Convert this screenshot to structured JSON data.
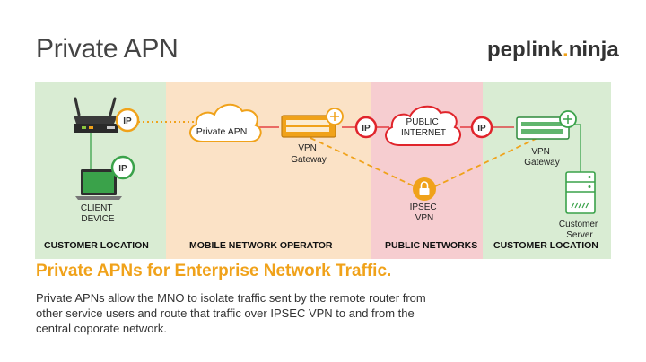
{
  "header": {
    "title": "Private APN"
  },
  "logo": {
    "name": "peplink",
    "dot": ".",
    "suffix": "ninja"
  },
  "zones": [
    {
      "label": "CUSTOMER LOCATION",
      "color": "#d9ecd3"
    },
    {
      "label": "MOBILE NETWORK OPERATOR",
      "color": "#fbe2c6"
    },
    {
      "label": "PUBLIC NETWORKS",
      "color": "#f6cdd0"
    },
    {
      "label": "CUSTOMER LOCATION",
      "color": "#d9ecd3"
    }
  ],
  "nodes": {
    "ip_badge": "IP",
    "private_apn": "Private APN",
    "public_internet": [
      "PUBLIC",
      "INTERNET"
    ],
    "vpn_gateway": [
      "VPN",
      "Gateway"
    ],
    "ipsec_vpn": [
      "IPSEC",
      "VPN"
    ],
    "client_device": [
      "CLIENT",
      "DEVICE"
    ],
    "customer_server": [
      "Customer",
      "Server"
    ]
  },
  "colors": {
    "accent": "#f0a21a",
    "danger": "#e0242b",
    "green": "#3aa24a"
  },
  "icons": {
    "lock": "lock-icon",
    "router": "router-icon",
    "gateway": "gateway-icon",
    "laptop": "laptop-icon",
    "server": "server-icon",
    "cloud": "cloud-icon"
  },
  "section": {
    "heading": "Private APNs for Enterprise Network Traffic.",
    "lines": [
      "Private APNs allow the MNO to isolate traffic sent by the remote router from",
      "other service users and route that traffic over IPSEC VPN to and from the",
      "central coporate network."
    ]
  }
}
